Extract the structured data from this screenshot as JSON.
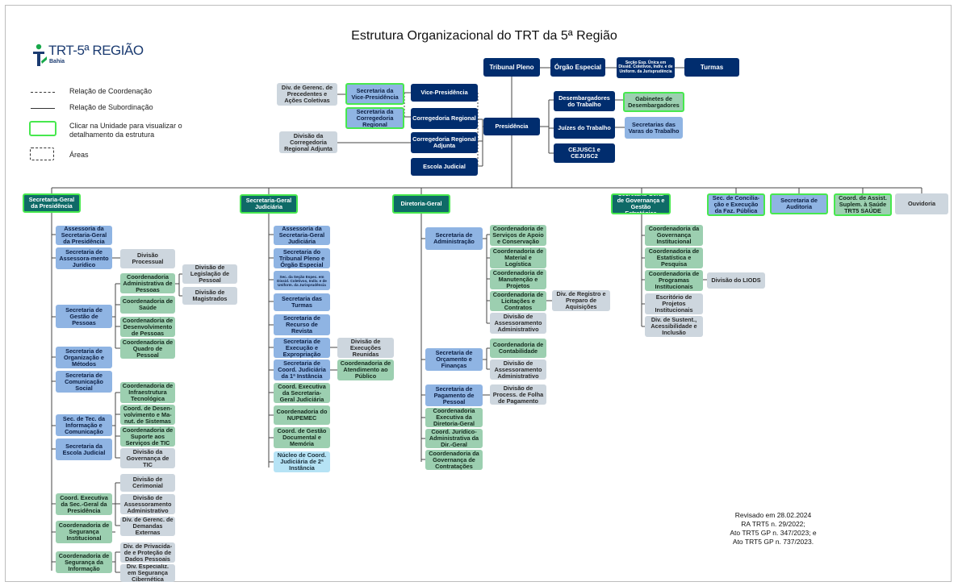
{
  "title": "Estrutura Organizacional do TRT da 5ª Região",
  "logo": {
    "name": "TRT-5ª REGIÃO",
    "sub": "Bahia"
  },
  "legend": {
    "coordenacao": "Relação de Coordenação",
    "subordinacao": "Relação de Subordinação",
    "clicar": "Clicar na Unidade para visualizar o detalhamento da estrutura",
    "areas": "Áreas"
  },
  "revision": [
    "Revisado em 28.02.2024",
    "RA TRT5 n. 29/2022;",
    "Ato TRT5 GP n. 347/2023; e",
    "Ato TRT5 GP n. 737/2023."
  ],
  "colors": {
    "navy": "#012d6e",
    "teal": "#0f6a67",
    "light_blue": "#8fb4e3",
    "light_green": "#9ccfb0",
    "grey": "#cdd6de",
    "highlight": "#47e84e"
  },
  "top": {
    "tribunal_pleno": "Tribunal Pleno",
    "orgao_especial": "Órgão Especial",
    "secao_exp": "Seção Esp. Única em Dissid. Coletivos, Indiv. e de Uniform. da Jurisprudência",
    "turmas": "Turmas",
    "vice_presidencia": "Vice-Presidência",
    "corregedoria": "Corregedoria Regional",
    "corregedoria_adjunta": "Corregedoria Regional Adjunta",
    "escola_judicial": "Escola Judicial",
    "presidencia": "Presidência",
    "desembargadores": "Desembargadores do Trabalho",
    "juizes": "Juízes do Trabalho",
    "cejusc": "CEJUSC1 e CEJUSC2",
    "gabinetes": "Gabinetes de Desembargadores",
    "secretarias_varas": "Secretarias das Varas do Trabalho",
    "div_precedentes": "Div. de Gerenc. de Precedentes e Ações Coletivas",
    "secretaria_vice": "Secretaria da Vice-Presidência",
    "secretaria_corregedoria": "Secretaria da Corregedoria Regional",
    "divisao_corregedoria": "Divisão da Corregedoria Regional Adjunta"
  },
  "row": {
    "sgp": "Secretaria-Geral da Presidência",
    "sgj": "Secretaria-Geral Judiciária",
    "dg": "Diretoria-Geral",
    "sgge": "Secretaria-Geral de Governança e Gestão Estratégica",
    "conciliacao": "Sec. de Concilia-ção e Execução da Faz. Pública",
    "auditoria": "Secretaria de Auditoria",
    "saude": "Coord. de Assist. Suplem. à Saúde TRT5 SAÚDE",
    "ouvidoria": "Ouvidoria"
  },
  "sgp": {
    "assessoria": "Assessoria da Secretaria-Geral da Presidência",
    "sec_juridico": "Secretaria de Assessora-mento Jurídico",
    "div_processual": "Divisão Processual",
    "div_legislacao": "Divisão de Legislação de Pessoal",
    "div_magistrados": "Divisão de Magistrados",
    "sec_pessoas": "Secretaria de Gestão de Pessoas",
    "coord_admin_pessoas": "Coordenadoria Administrativa de Pessoas",
    "coord_saude": "Coordenadoria de Saúde",
    "coord_desenv_pessoas": "Coordenadoria de Desenvolvimento de Pessoas",
    "coord_quadro": "Coordenadoria de Quadro de Pessoal",
    "sec_org": "Secretaria de Organização e Métodos",
    "sec_comunicacao": "Secretaria de Comunicação Social",
    "coord_infra": "Coordenadoria de Infraestrutura Tecnológica",
    "coord_desenv_sistemas": "Coord. de Desen-volvimento e Ma-nut. de Sistemas",
    "sec_tic": "Sec. de Tec. da Informação e Comunicação",
    "coord_suporte": "Coordenadoria de Suporte aos Serviços de TIC",
    "sec_escola": "Secretaria da Escola Judicial",
    "div_gov_tic": "Divisão da Governança de TIC",
    "div_cerimonial": "Divisão de Cerimonial",
    "coord_exec_sgp": "Coord. Executiva da Sec.-Geral da Presidência",
    "div_assess_admin": "Divisão de Assessoramento Administrativo",
    "div_demandas": "Div. de Gerenc. de Demandas Externas",
    "coord_seg_inst": "Coordenadoria de Segurança Institucional",
    "div_privacidade": "Div. de Privacida-de e Proteção de Dados Pessoais",
    "coord_seg_info": "Coordenadoria de Segurança da Informação",
    "div_ciber": "Div. Especializ. em Segurança Cibernética"
  },
  "sgj": {
    "assessoria": "Assessoria da Secretaria-Geral Judiciária",
    "sec_pleno": "Secretaria do Tribunal Pleno e Órgão Especial",
    "sec_secao": "Sec. da Seção Espec. em Dissid. Coletivos, Indiv. e de Uniform. da Jurisprudência",
    "sec_turmas": "Secretaria das Turmas",
    "sec_recurso": "Secretaria de Recurso de Revista",
    "sec_execucao": "Secretaria de Execução e Expropriação",
    "div_exec_reunidas": "Divisão de Execuções Reunidas",
    "sec_coord_judiciaria": "Secretaria de Coord. Judiciária da 1ª Instância",
    "coord_atendimento": "Coordenadoria de Atendimento ao Público",
    "coord_exec_sgj": "Coord. Executiva da Secretaria-Geral Judiciária",
    "coord_nupemec": "Coordenadoria do NUPEMEC",
    "coord_gestao_doc": "Coord. de Gestão Documental e Memória",
    "nucleo": "Núcleo de Coord. Judiciária de 2ª Instância"
  },
  "dg": {
    "sec_admin": "Secretaria de Administração",
    "coord_servicos": "Coordenadoria de Serviços de Apoio e Conservação",
    "coord_material": "Coordenadoria de Material e Logística",
    "coord_manutencao": "Coordenadoria de Manutenção e Projetos",
    "coord_licitacoes": "Coordenadoria de Licitações e Contratos",
    "div_registro": "Div. de Registro e Preparo de Aquisições",
    "div_assess_admin": "Divisão de Assessoramento Administrativo",
    "sec_orcamento": "Secretaria de Orçamento e Finanças",
    "coord_contabilidade": "Coordenadoria de Contabilidade",
    "div_assess_admin2": "Divisão de Assessoramento Administrativo",
    "sec_pagamento": "Secretaria de Pagamento de Pessoal",
    "div_folha": "Divisão de Process. de Folha de Pagamento",
    "coord_exec_dg": "Coordenadoria Executiva da Diretoria-Geral",
    "coord_juridico": "Coord. Jurídico-Administrativa da Dir.-Geral",
    "coord_gov_contratacoes": "Coordenadoria da Governança de Contratações"
  },
  "sgge": {
    "coord_gov_inst": "Coordenadoria da Governança Institucional",
    "coord_estatistica": "Coordenadoria de Estatística e Pesquisa",
    "coord_programas": "Coordenadoria de Programas Institucionais",
    "div_liods": "Divisão do LIODS",
    "escritorio": "Escritório de Projetos Institucionais",
    "div_sustent": "Div. de Sustent., Acessibilidade e Inclusão"
  }
}
